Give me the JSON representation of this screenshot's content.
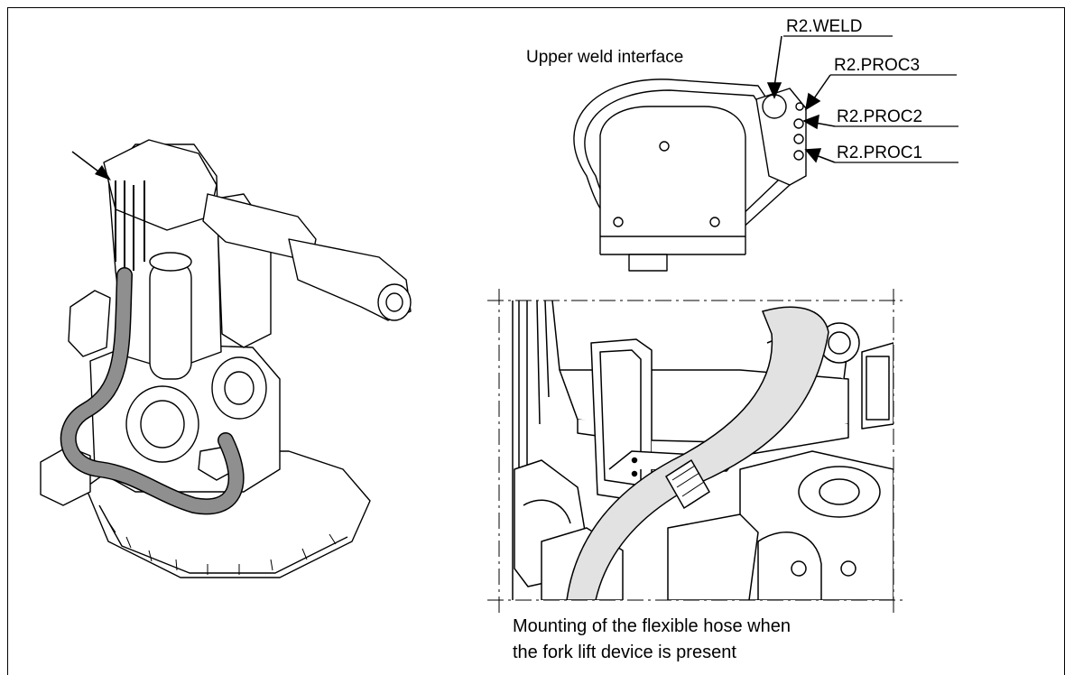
{
  "labels": {
    "upper_weld_interface": "Upper weld interface",
    "r2_weld": "R2.WELD",
    "r2_proc3": "R2.PROC3",
    "r2_proc2": "R2.PROC2",
    "r2_proc1": "R2.PROC1"
  },
  "caption": {
    "line1": "Mounting of the flexible hose when",
    "line2": "the fork lift device is present"
  },
  "colors": {
    "hose_fill": "#e2e2e2",
    "line": "#000000"
  }
}
